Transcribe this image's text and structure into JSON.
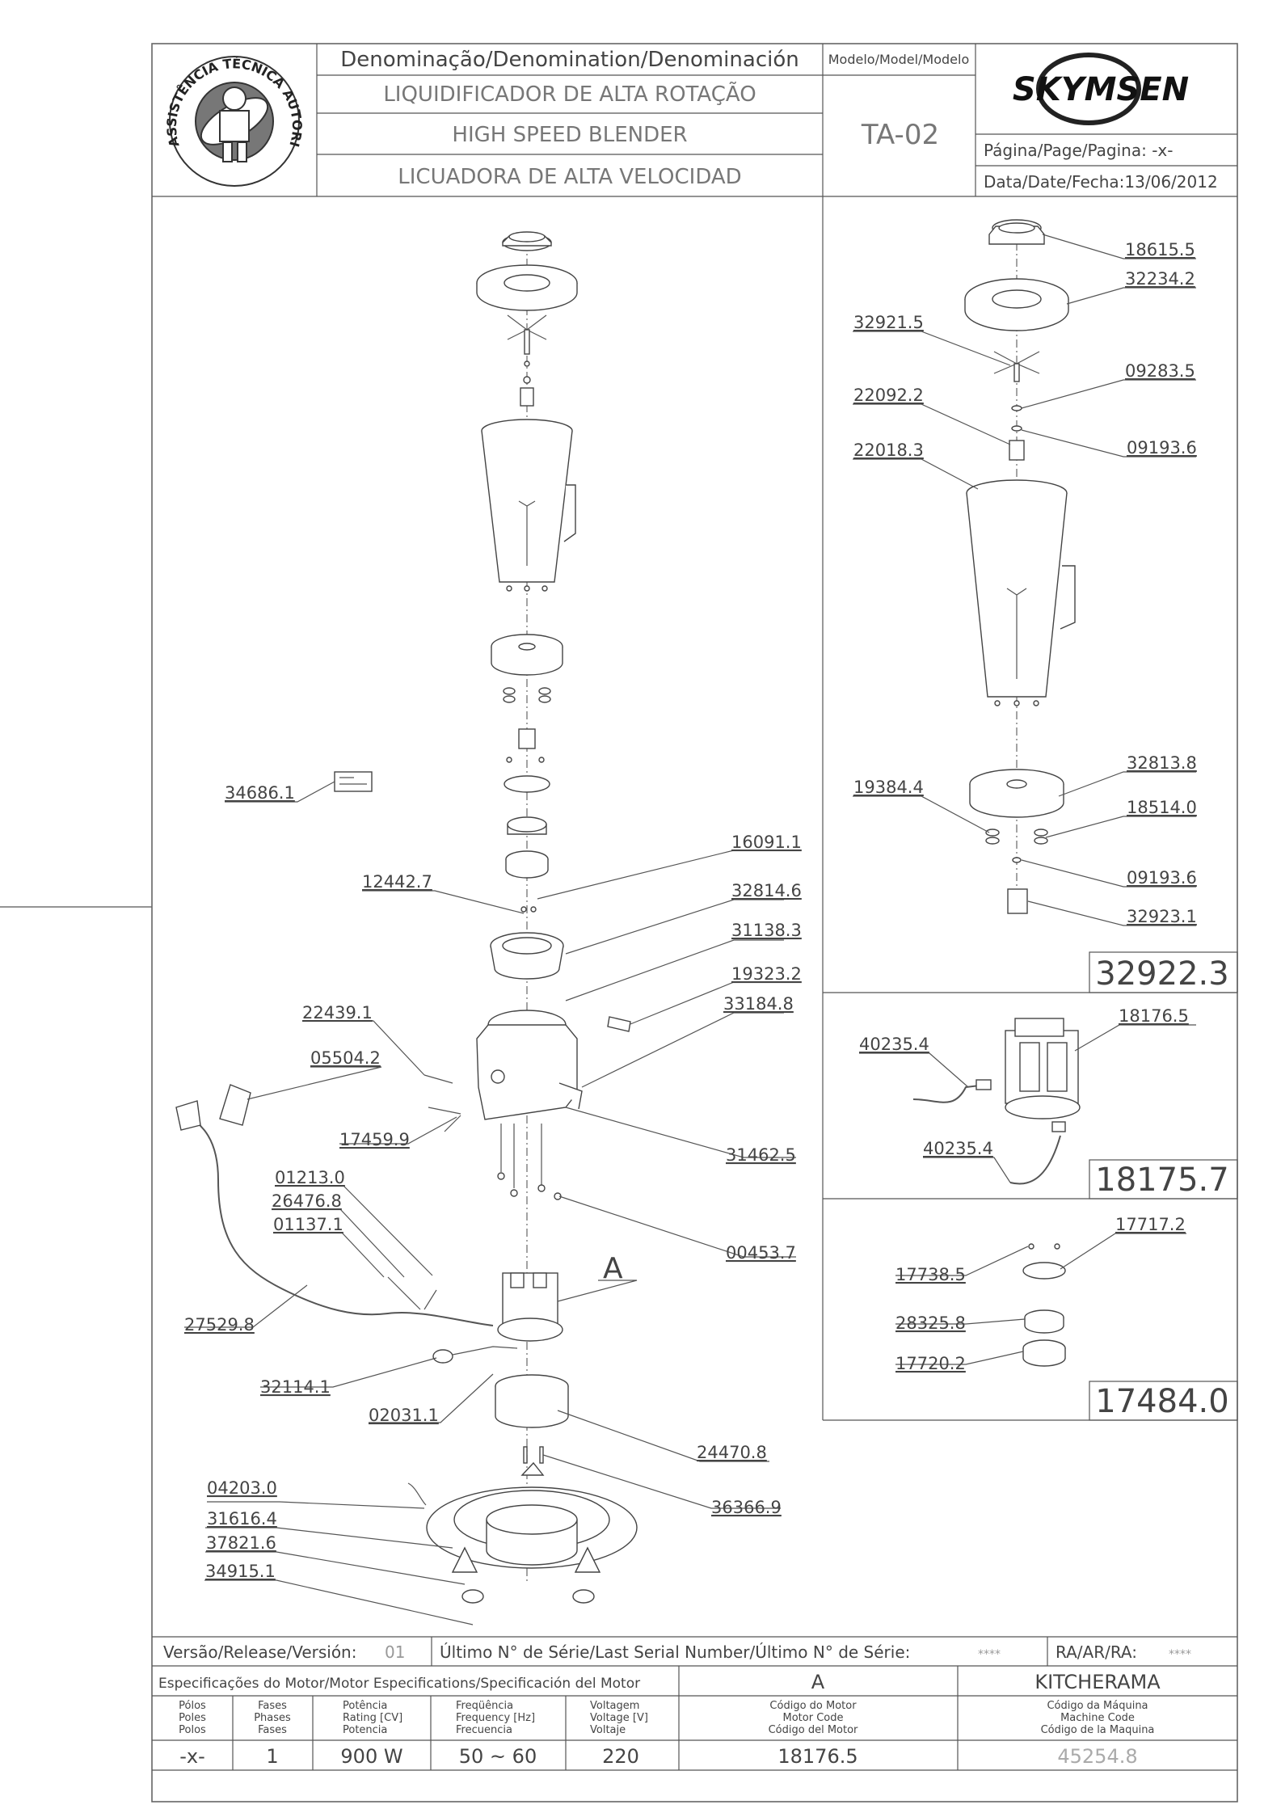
{
  "header": {
    "denomination_title": "Denominação/Denomination/Denominación",
    "model_title": "Modelo/Model/Modelo",
    "name_pt": "LIQUIDIFICADOR DE ALTA ROTAÇÃO",
    "name_en": "HIGH SPEED  BLENDER",
    "name_es": "LICUADORA DE ALTA VELOCIDAD",
    "model": "TA-02",
    "brand": "SKYMSEN",
    "page_label": "Página/Page/Pagina: -x-",
    "date_label": "Data/Date/Fecha:13/06/2012",
    "seal_text": "ASSISTÊNCIA TÉCNICA AUTORIZADA"
  },
  "main_labels": {
    "l34686_1": "34686.1",
    "l16091_1": "16091.1",
    "l12442_7": "12442.7",
    "l32814_6": "32814.6",
    "l31138_3": "31138.3",
    "l19323_2": "19323.2",
    "l22439_1": "22439.1",
    "l33184_8": "33184.8",
    "l05504_2": "05504.2",
    "l17459_9": "17459.9",
    "l31462_5": "31462.5",
    "l01213_0": "01213.0",
    "l26476_8": "26476.8",
    "l01137_1": "01137.1",
    "l00453_7": "00453.7",
    "lA": "A",
    "l27529_8": "27529.8",
    "l32114_1": "32114.1",
    "l02031_1": "02031.1",
    "l24470_8": "24470.8",
    "l04203_0": "04203.0",
    "l36366_9": "36366.9",
    "l31616_4": "31616.4",
    "l37821_6": "37821.6",
    "l34915_1": "34915.1"
  },
  "jar_assembly": {
    "l18615_5": "18615.5",
    "l32234_2": "32234.2",
    "l32921_5": "32921.5",
    "l09283_5": "09283.5",
    "l22092_2": "22092.2",
    "l09193_6a": "09193.6",
    "l22018_3": "22018.3",
    "l32813_8": "32813.8",
    "l19384_4": "19384.4",
    "l18514_0": "18514.0",
    "l09193_6b": "09193.6",
    "l32923_1": "32923.1",
    "code": "32922.3"
  },
  "motor_assembly": {
    "l18176_5": "18176.5",
    "l40235_4a": "40235.4",
    "l40235_4b": "40235.4",
    "code": "18175.7"
  },
  "coupling_assembly": {
    "l17717_2": "17717.2",
    "l17738_5": "17738.5",
    "l28325_8": "28325.8",
    "l17720_2": "17720.2",
    "code": "17484.0"
  },
  "footer": {
    "version_label": "Versão/Release/Versión:",
    "version_value": "01",
    "serial_label": "Último N° de Série/Last Serial Number/Último N° de Série:",
    "serial_value": "****",
    "ra_label": "RA/AR/RA:",
    "ra_value": "****",
    "motor_spec_title": "Especificações do Motor/Motor Especifications/Specificación del Motor",
    "motor_letter": "A",
    "machine_name": "KITCHERAMA",
    "col_poles": [
      "Pólos",
      "Poles",
      "Polos"
    ],
    "col_phases": [
      "Fases",
      "Phases",
      "Fases"
    ],
    "col_power": [
      "Potência",
      "Rating [CV]",
      "Potencia"
    ],
    "col_freq": [
      "Freqüência",
      "Frequency [Hz]",
      "Frecuencia"
    ],
    "col_voltage": [
      "Voltagem",
      "Voltage [V]",
      "Voltaje"
    ],
    "col_motor_code": [
      "Código do Motor",
      "Motor Code",
      "Código del Motor"
    ],
    "col_machine_code": [
      "Código da Máquina",
      "Machine Code",
      "Código de la Maquina"
    ],
    "val_poles": "-x-",
    "val_phases": "1",
    "val_power": "900 W",
    "val_freq": "50 ~ 60",
    "val_voltage": "220",
    "val_motor_code": "18176.5",
    "val_machine_code": "45254.8"
  }
}
